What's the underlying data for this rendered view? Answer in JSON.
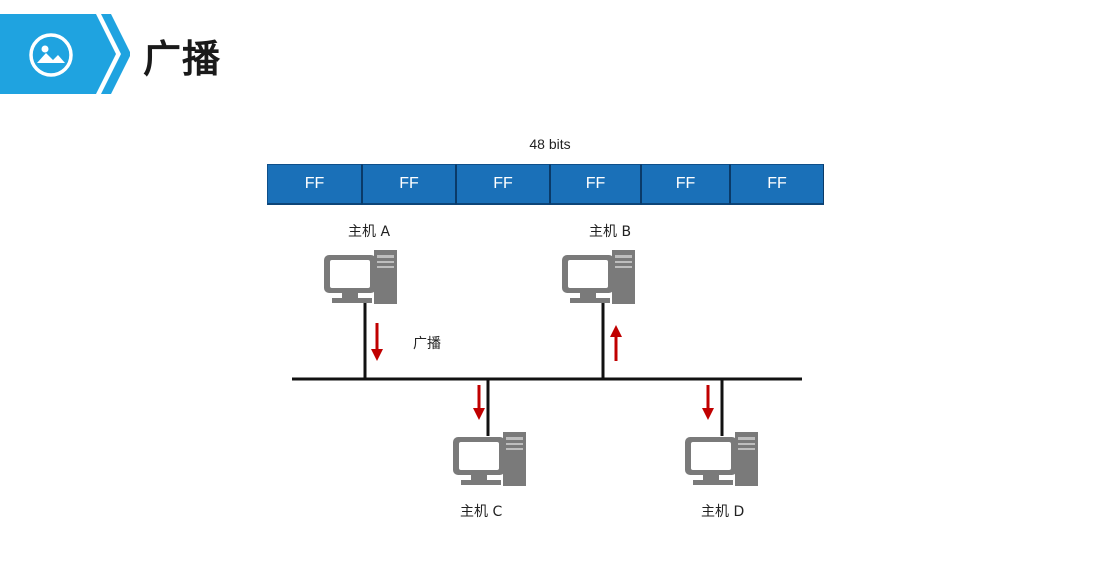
{
  "header": {
    "icon": "image-icon",
    "accent_color": "#1fa3e0",
    "title": "广播"
  },
  "frame": {
    "caption": "48 bits",
    "fields": [
      "FF",
      "FF",
      "FF",
      "FF",
      "FF",
      "FF"
    ],
    "field_color": "#1a70b8"
  },
  "network": {
    "broadcast_label": "广播",
    "arrow_color": "#c00000",
    "hosts": [
      {
        "label": "主机 A",
        "arrow": "down"
      },
      {
        "label": "主机 B",
        "arrow": "up"
      },
      {
        "label": "主机 C",
        "arrow": "down"
      },
      {
        "label": "主机 D",
        "arrow": "down"
      }
    ]
  }
}
